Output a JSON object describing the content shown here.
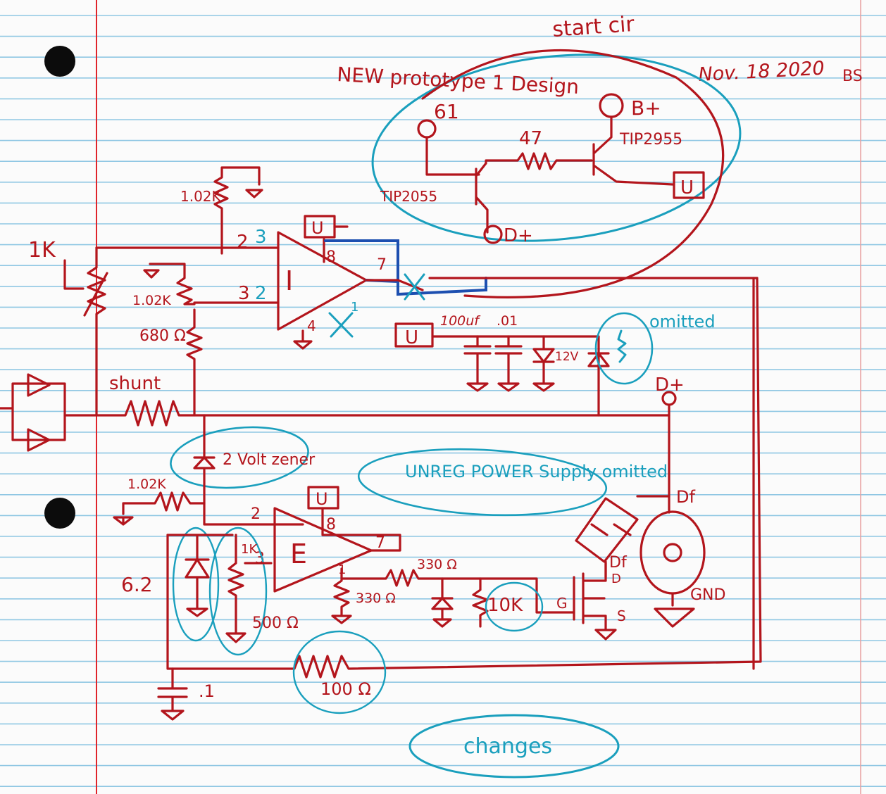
{
  "header": {
    "note_top": "start cir",
    "title": "NEW prototype 1 Design",
    "date": "Nov. 18 2020",
    "initials": "BS"
  },
  "labels": {
    "g1": "61",
    "bplus": "B+",
    "r47": "47",
    "tip2955": "TIP2955",
    "tip2055": "TIP2055",
    "u_top_right": "U",
    "dplus_top": "D+",
    "r1k": "1K",
    "r1k_pot": "1.02K",
    "r1k_pot2": "1.02K",
    "u_op1": "U",
    "pin8_op1": "8",
    "pin7_op1": "7",
    "pin2_op1": "2",
    "pin3_op1": "3",
    "pin3_op1_old": "2",
    "pin2_op1_old": "3",
    "pin4_op1": "4",
    "pin1_op1": "1",
    "op1_label": "I",
    "r680": "680 Ω",
    "shunt": "shunt",
    "u_mid": "U",
    "cap_label": "100uf",
    "cap2_label": ".01",
    "zener12": "12V",
    "omitted_top": "omitted",
    "dplus_mid": "D+",
    "zener2v": "2 Volt zener",
    "unreg": "UNREG POWER Supply omitted",
    "r1k_pot3": "1.02K",
    "u_op2": "U",
    "pin2_op2": "2",
    "pin8_op2": "8",
    "pin7_op2": "7",
    "pin3_op2": "3",
    "pin1_op2": "1",
    "op2_label": "E",
    "zener62": "6.2",
    "r1k_small": "1K",
    "r500": "500 Ω",
    "r330a": "330 Ω",
    "r330b": "330 Ω",
    "r10k": "10K",
    "gate": "G",
    "drain": "D",
    "source": "S",
    "df_top": "Df",
    "df_mid": "Df",
    "gnd": "GND",
    "r100": "100 Ω",
    "cap_bottom": ".1",
    "changes": "changes"
  },
  "colors": {
    "ink_red": "#b3151c",
    "ink_blue": "#1a9fbd",
    "rule_blue": "#2aa3cf",
    "margin_red": "#e0242a"
  }
}
